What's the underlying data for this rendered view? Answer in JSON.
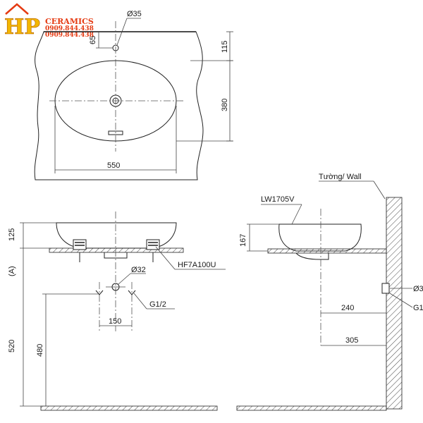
{
  "logo": {
    "brand": "HP",
    "name": "CERAMICS",
    "phone_1": "0909.844.438",
    "phone_2": "0909.844.438"
  },
  "plan_view": {
    "tap_hole_diameter": "Ø35",
    "dim_tap_offset": "65",
    "dim_rim_to_wall": "115",
    "dim_basin_depth": "380",
    "dim_basin_width": "550"
  },
  "front_view": {
    "dim_height_125": "125",
    "dim_level_label": "(A)",
    "dim_floor_520": "520",
    "dim_floor_480": "480",
    "waste_diameter": "Ø32",
    "fitting_label": "HF7A100U",
    "thread_label": "G1/2",
    "dim_pipe_spacing": "150"
  },
  "side_view": {
    "wall_label": "Tường/ Wall",
    "model_label": "LW1705V",
    "dim_height_167": "167",
    "dim_waste_240": "240",
    "dim_waste_305": "305",
    "pipe_diameter_partial": "Ø3",
    "thread_partial": "G1"
  },
  "colors": {
    "line": "#222222",
    "logo_yellow": "#f2b600",
    "logo_red": "#e53a12"
  }
}
